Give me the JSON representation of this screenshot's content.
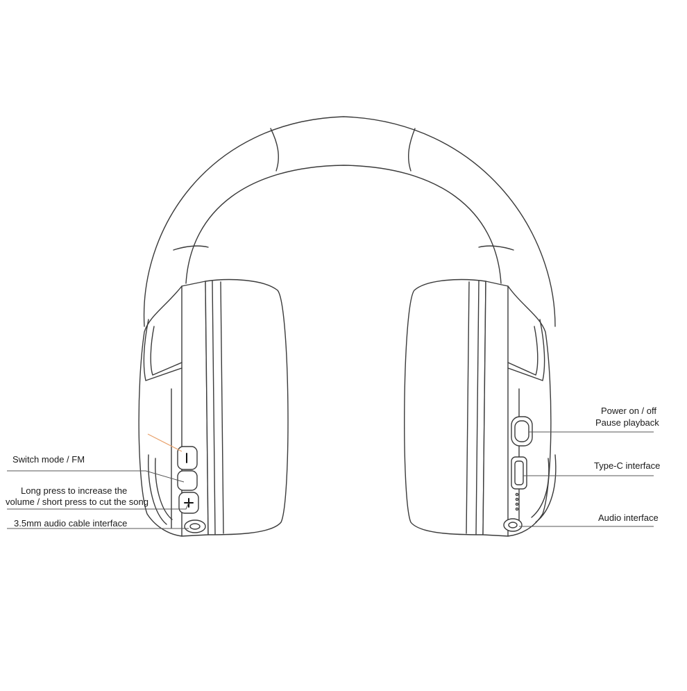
{
  "labels": {
    "switch_mode": "Switch mode / FM",
    "long_press_line1": "Long press to increase the",
    "long_press_line2": "volume / short press to cut the song",
    "audio_cable": "3.5mm audio cable interface",
    "power_line1": "Power on / off",
    "power_line2": "Pause playback",
    "type_c": "Type-C interface",
    "audio_interface": "Audio interface"
  },
  "colors": {
    "outline": "#3a3a3a",
    "accent": "#e8a06a",
    "text": "#1a1a1a"
  }
}
